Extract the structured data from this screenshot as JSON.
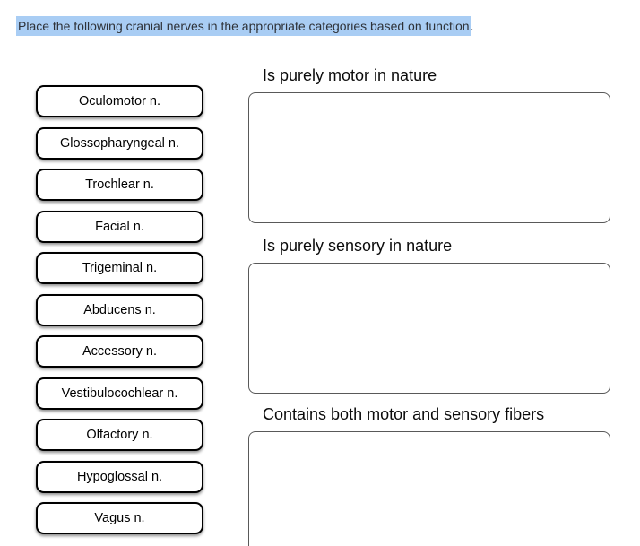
{
  "prompt": {
    "highlighted_text": "Place the following cranial nerves in the appropriate categories based on function",
    "trailing_text": "."
  },
  "colors": {
    "selection_highlight": "#a9cdf4",
    "item_border": "#000000",
    "dropzone_border": "#595959"
  },
  "word_bank": {
    "items": [
      "Oculomotor n.",
      "Glossopharyngeal n.",
      "Trochlear n.",
      "Facial n.",
      "Trigeminal n.",
      "Abducens n.",
      "Accessory n.",
      "Vestibulocochlear n.",
      "Olfactory n.",
      "Hypoglossal n.",
      "Vagus n."
    ]
  },
  "categories": [
    {
      "label": "Is purely motor in nature"
    },
    {
      "label": "Is purely sensory in nature"
    },
    {
      "label": "Contains both motor and sensory fibers"
    }
  ]
}
